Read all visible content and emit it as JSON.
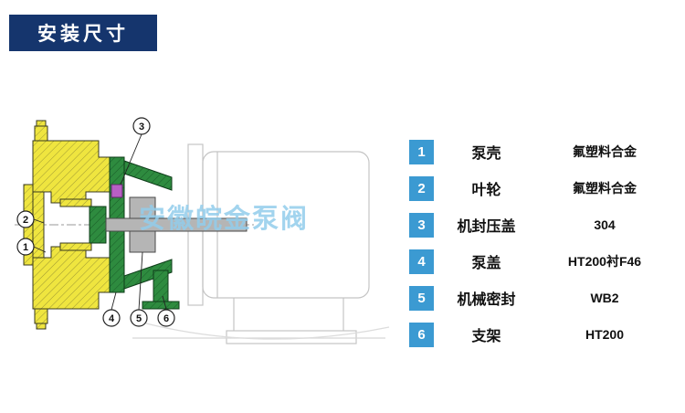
{
  "header": {
    "title": "安装尺寸"
  },
  "watermark": {
    "text": "安徽皖金泵阀"
  },
  "diagram": {
    "description": "pump cross-section drawing",
    "callouts": [
      "1",
      "2",
      "3",
      "4",
      "5",
      "6"
    ]
  },
  "parts_table": {
    "rows": [
      {
        "num": "1",
        "name": "泵壳",
        "material": "氟塑料合金"
      },
      {
        "num": "2",
        "name": "叶轮",
        "material": "氟塑料合金"
      },
      {
        "num": "3",
        "name": "机封压盖",
        "material": "304"
      },
      {
        "num": "4",
        "name": "泵盖",
        "material": "HT200衬F46"
      },
      {
        "num": "5",
        "name": "机械密封",
        "material": "WB2"
      },
      {
        "num": "6",
        "name": "支架",
        "material": "HT200"
      }
    ]
  },
  "colors": {
    "header_bg": "#15356d",
    "row_number_bg": "#3b9ad2",
    "casing_yellow": "#efe53f",
    "cover_green": "#2e8b3f",
    "seal_gray": "#b5b5b5",
    "gland_purple": "#b85fc4",
    "watermark_blue": "#92cdec"
  }
}
